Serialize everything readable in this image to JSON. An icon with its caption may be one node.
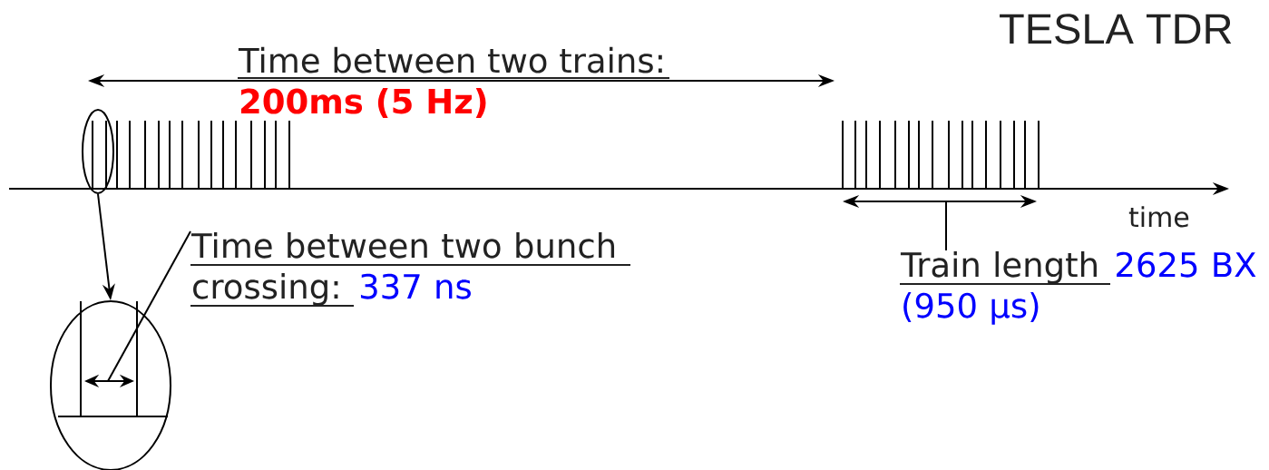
{
  "diagram": {
    "nodes": [
      {
        "text": [],
        "shape": "ellipse"
      },
      {
        "text": [],
        "shape": "ellipse"
      },
      {
        "text": [
          "Time between two bunch crossing:",
          "337 ns"
        ]
      },
      {
        "text": [
          "Train length",
          "2625 BX (950 µs)"
        ]
      }
    ],
    "edges": [
      {
        "from": 0,
        "to": 1,
        "arrow": "to"
      },
      {
        "from": 2,
        "to": 1,
        "arrow": "none"
      },
      {
        "from": 3,
        "to": null,
        "arrow": "none"
      }
    ],
    "labels": [
      "TESLA TDR",
      "Time between two trains:",
      "200ms (5 Hz)",
      "time"
    ]
  }
}
